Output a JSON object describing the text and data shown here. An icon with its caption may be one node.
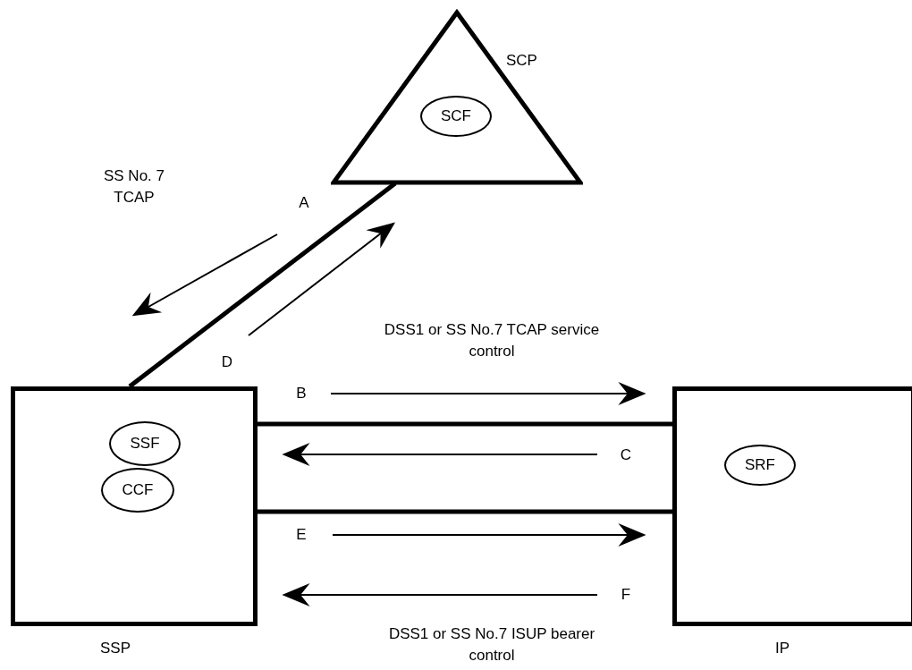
{
  "diagram": {
    "nodes": [
      {
        "text": [
          "SCP"
        ]
      },
      {
        "text": [
          "SCF"
        ],
        "in": 0
      },
      {
        "text": [
          "SSP"
        ]
      },
      {
        "text": [
          "SSF"
        ],
        "in": 2
      },
      {
        "text": [
          "CCF"
        ],
        "in": 2
      },
      {
        "text": [
          "IP"
        ]
      },
      {
        "text": [
          "SRF"
        ],
        "in": 5
      }
    ],
    "edges": [
      {
        "from": 2,
        "to": 0,
        "arrow": "none"
      },
      {
        "from": 2,
        "to": 5,
        "arrow": "none"
      },
      {
        "from": 2,
        "to": 5,
        "arrow": "none"
      }
    ],
    "labels": [
      "SS No. 7 TCAP",
      "A",
      "D",
      "DSS1 or SS No.7 TCAP service control",
      "B",
      "C",
      "E",
      "F",
      "DSS1 or SS No.7 ISUP bearer control"
    ]
  }
}
